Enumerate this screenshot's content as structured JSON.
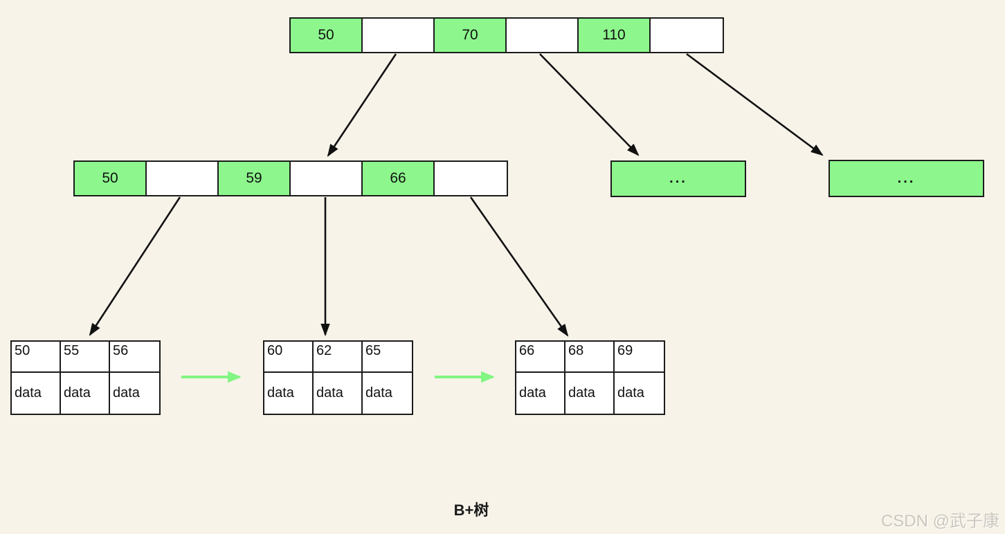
{
  "diagram_title": "B+树",
  "watermark": "CSDN @武子康",
  "colors": {
    "background": "#f7f3e9",
    "node_fill_green": "#8df78d",
    "leaf_link_arrow_green": "#82f582",
    "border_black": "#1b1b1b",
    "watermark_gray": "#ccc7bd"
  },
  "tree": {
    "root_node": {
      "cells": [
        {
          "type": "key",
          "value": "50"
        },
        {
          "type": "pointer",
          "value": ""
        },
        {
          "type": "key",
          "value": "70"
        },
        {
          "type": "pointer",
          "value": ""
        },
        {
          "type": "key",
          "value": "110"
        },
        {
          "type": "pointer",
          "value": ""
        }
      ]
    },
    "internal_node": {
      "cells": [
        {
          "type": "key",
          "value": "50"
        },
        {
          "type": "pointer",
          "value": ""
        },
        {
          "type": "key",
          "value": "59"
        },
        {
          "type": "pointer",
          "value": ""
        },
        {
          "type": "key",
          "value": "66"
        },
        {
          "type": "pointer",
          "value": ""
        }
      ]
    },
    "collapsed_nodes": [
      {
        "label": "..."
      },
      {
        "label": "..."
      }
    ],
    "leaf_nodes": [
      {
        "keys": [
          "50",
          "55",
          "56"
        ],
        "values": [
          "data",
          "data",
          "data"
        ]
      },
      {
        "keys": [
          "60",
          "62",
          "65"
        ],
        "values": [
          "data",
          "data",
          "data"
        ]
      },
      {
        "keys": [
          "66",
          "68",
          "69"
        ],
        "values": [
          "data",
          "data",
          "data"
        ]
      }
    ]
  }
}
